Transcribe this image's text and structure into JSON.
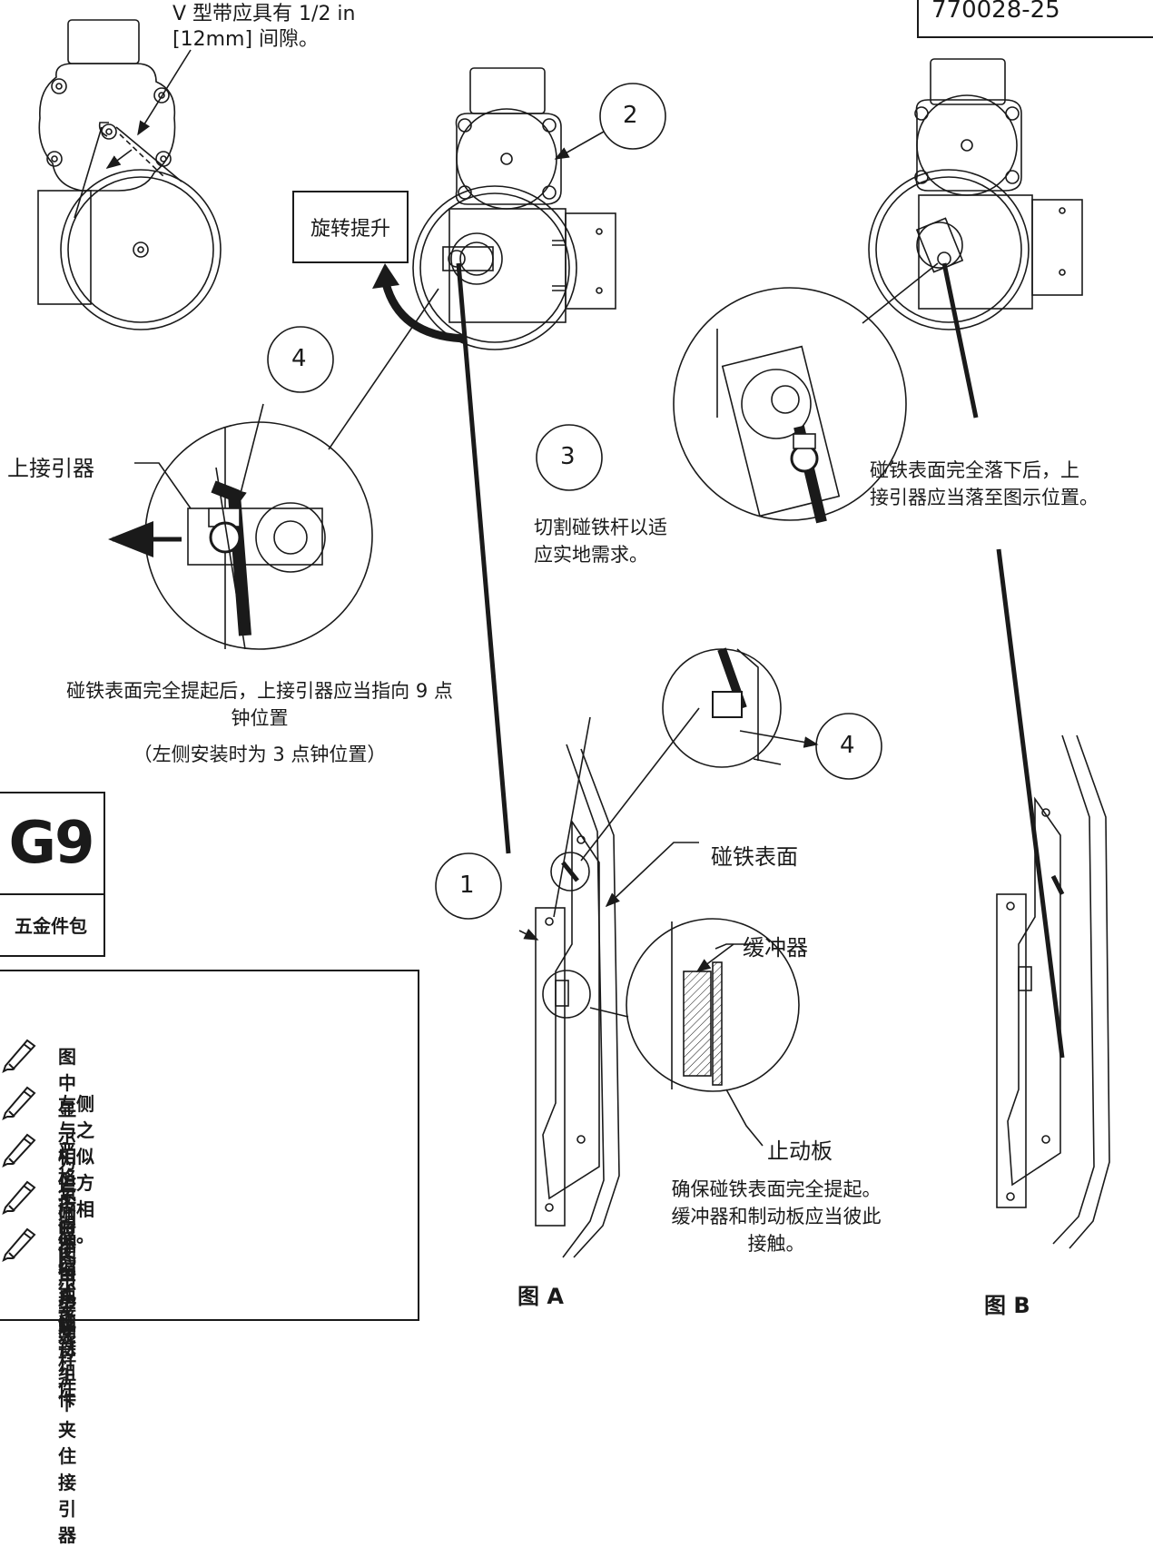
{
  "doc_number": "770028-25",
  "vbelt_note": [
    "V 型带应具有  1/2 in",
    "[12mm] 间隙。"
  ],
  "rotate_lift": "旋转提升",
  "callouts": {
    "c1": "1",
    "c2": "2",
    "c3": "3",
    "c4_left": "4",
    "c4_mid": "4"
  },
  "upper_connector": "上接引器",
  "cut_rod": [
    "切割碰铁杆以适",
    "应实地需求。"
  ],
  "fully_down": [
    "碰铁表面完全落下后，上",
    "接引器应当落至图示位置。"
  ],
  "fully_up": [
    "碰铁表面完全提起后，上接引器应当指向 9 点",
    "钟位置",
    "（左侧安装时为 3 点钟位置）"
  ],
  "strike_face": "碰铁表面",
  "bumper": "缓冲器",
  "stop_plate": "止动板",
  "ensure_note": [
    "确保碰铁表面完全提起。",
    "缓冲器和制动板应当彼此",
    "接触。"
  ],
  "fig_a": "图 A",
  "fig_b": "图 B",
  "hardware": {
    "code": "G9",
    "label": "五金件包"
  },
  "notes": [
    {
      "icon": "pencil-icon",
      "text": "图中显示为右侧伸缩式碰铁组件"
    },
    {
      "icon": "pencil-icon",
      "text": "左侧与之相似但方向相反。"
    },
    {
      "icon": "pencil-icon",
      "text": "严格按照图示安装杆件"
    },
    {
      "icon": "pencil-icon",
      "text": "不得使用垫圈"
    },
    {
      "icon": "pencil-icon",
      "text": "不得用螺母上下夹住接引器"
    }
  ]
}
